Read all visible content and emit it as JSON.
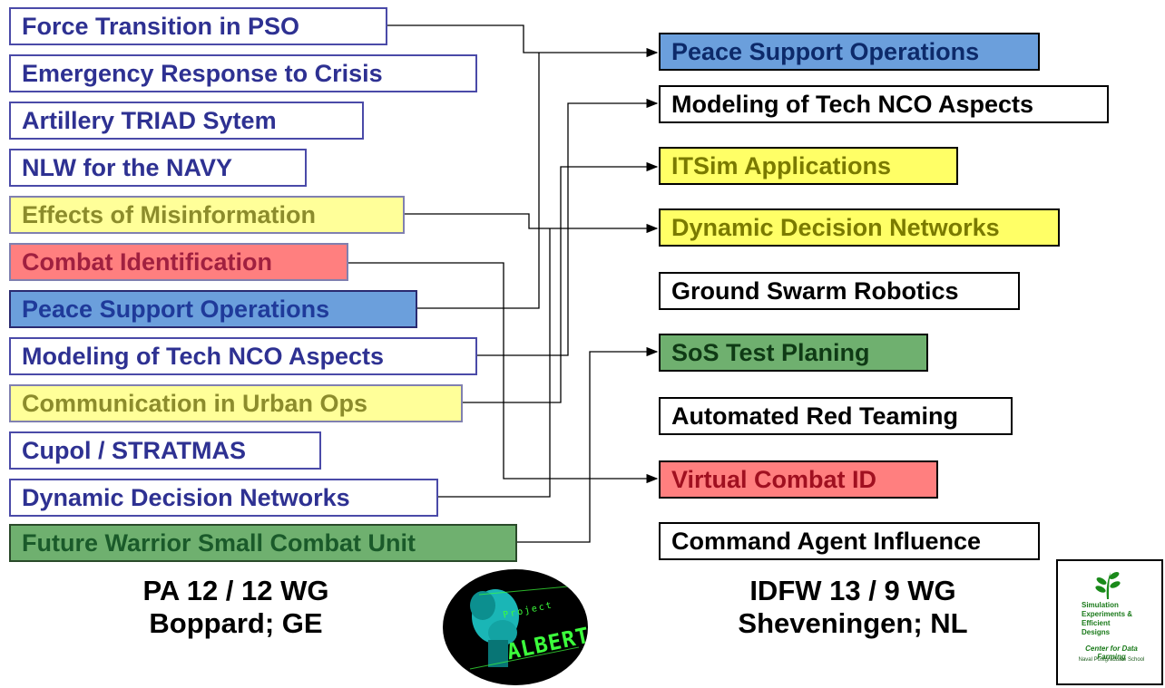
{
  "left_topics": [
    {
      "label": "Force Transition in PSO",
      "color": "white"
    },
    {
      "label": "Emergency Response to Crisis",
      "color": "white"
    },
    {
      "label": "Artillery TRIAD Sytem",
      "color": "white"
    },
    {
      "label": "NLW for the NAVY",
      "color": "white"
    },
    {
      "label": "Effects of Misinformation",
      "color": "yellow"
    },
    {
      "label": "Combat Identification",
      "color": "red"
    },
    {
      "label": "Peace Support Operations",
      "color": "blue"
    },
    {
      "label": "Modeling of Tech NCO Aspects",
      "color": "white"
    },
    {
      "label": "Communication in Urban Ops",
      "color": "yellow"
    },
    {
      "label": "Cupol / STRATMAS",
      "color": "white"
    },
    {
      "label": "Dynamic Decision Networks",
      "color": "white"
    },
    {
      "label": "Future Warrior Small Combat Unit",
      "color": "green"
    }
  ],
  "right_topics": [
    {
      "label": "Peace Support Operations",
      "color": "blue"
    },
    {
      "label": "Modeling of Tech NCO Aspects",
      "color": "white"
    },
    {
      "label": "ITSim Applications",
      "color": "yellow"
    },
    {
      "label": "Dynamic Decision Networks",
      "color": "yellow"
    },
    {
      "label": "Ground Swarm Robotics",
      "color": "white"
    },
    {
      "label": "SoS Test Planing",
      "color": "green"
    },
    {
      "label": "Automated Red Teaming",
      "color": "white"
    },
    {
      "label": "Virtual Combat ID",
      "color": "red"
    },
    {
      "label": "Command Agent Influence",
      "color": "white"
    }
  ],
  "connections": [
    {
      "from": "Force Transition in PSO",
      "to": "Peace Support Operations"
    },
    {
      "from": "Peace Support Operations",
      "to": "Peace Support Operations"
    },
    {
      "from": "Modeling of Tech NCO Aspects",
      "to": "Modeling of Tech NCO Aspects"
    },
    {
      "from": "Communication in Urban Ops",
      "to": "ITSim Applications"
    },
    {
      "from": "Effects of Misinformation",
      "to": "Dynamic Decision Networks"
    },
    {
      "from": "Dynamic Decision Networks",
      "to": "Dynamic Decision Networks"
    },
    {
      "from": "Combat Identification",
      "to": "Virtual Combat ID"
    },
    {
      "from": "Future Warrior Small Combat Unit",
      "to": "SoS Test Planing"
    }
  ],
  "left_caption": {
    "line1": "PA 12 / 12 WG",
    "line2": "Boppard; GE"
  },
  "right_caption": {
    "line1": "IDFW 13 / 9 WG",
    "line2": "Sheveningen; NL"
  },
  "albert_logo": {
    "text": "ALBERT",
    "small_text": "Project",
    "icon": "albert-einstein-logo"
  },
  "seed_logo": {
    "lines": [
      "Simulation",
      "Experiments &",
      "Efficient",
      "Designs"
    ],
    "center": "Center for Data Farming",
    "school": "Naval Postgraduate School",
    "icon": "plant-sprout-icon"
  },
  "colors": {
    "left_text": "#2e3192",
    "blue_fill": "#6b9fdc",
    "yellow_fill": "#ffff99",
    "red_fill": "#ff7f7f",
    "green_fill": "#6fb06f"
  }
}
